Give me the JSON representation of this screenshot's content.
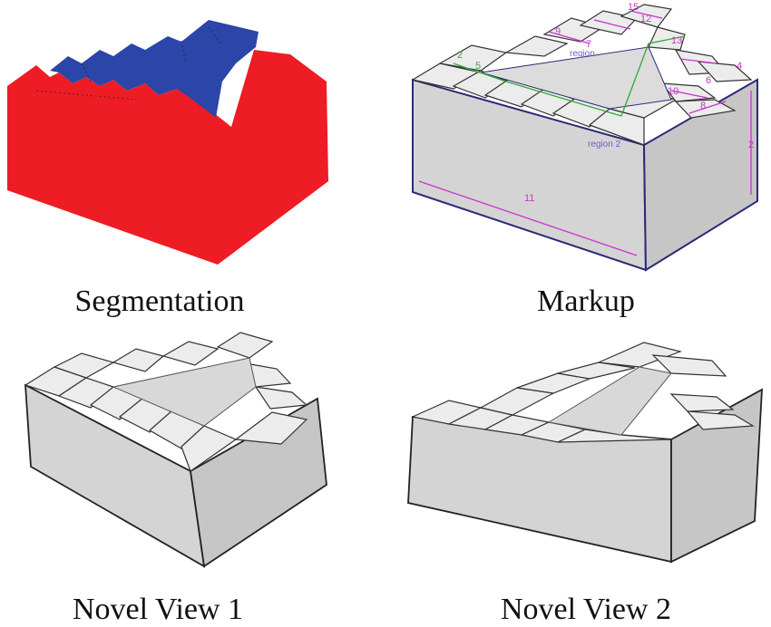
{
  "captions": {
    "segmentation": "Segmentation",
    "markup": "Markup",
    "novel_view_1": "Novel View 1",
    "novel_view_2": "Novel View 2"
  },
  "markup_labels": {
    "l15": "15",
    "l12": "12",
    "l9": "9",
    "l7": "7",
    "l2": "2",
    "l5": "5",
    "l13": "13",
    "l4": "4",
    "l6": "6",
    "l10": "10",
    "l8": "8",
    "lregion1": "region",
    "lregion2": "region 2",
    "l11": "11",
    "l2b": "2"
  },
  "colors": {
    "segment_red": "#ee1c24",
    "segment_blue": "#2b45a8",
    "surface_light": "#ececec",
    "surface_mid": "#d4d4d4",
    "surface_dark": "#c6c6c6",
    "markup_magenta": "#cc33cc",
    "markup_green": "#33aa33",
    "markup_navy": "#2a2a7a"
  }
}
